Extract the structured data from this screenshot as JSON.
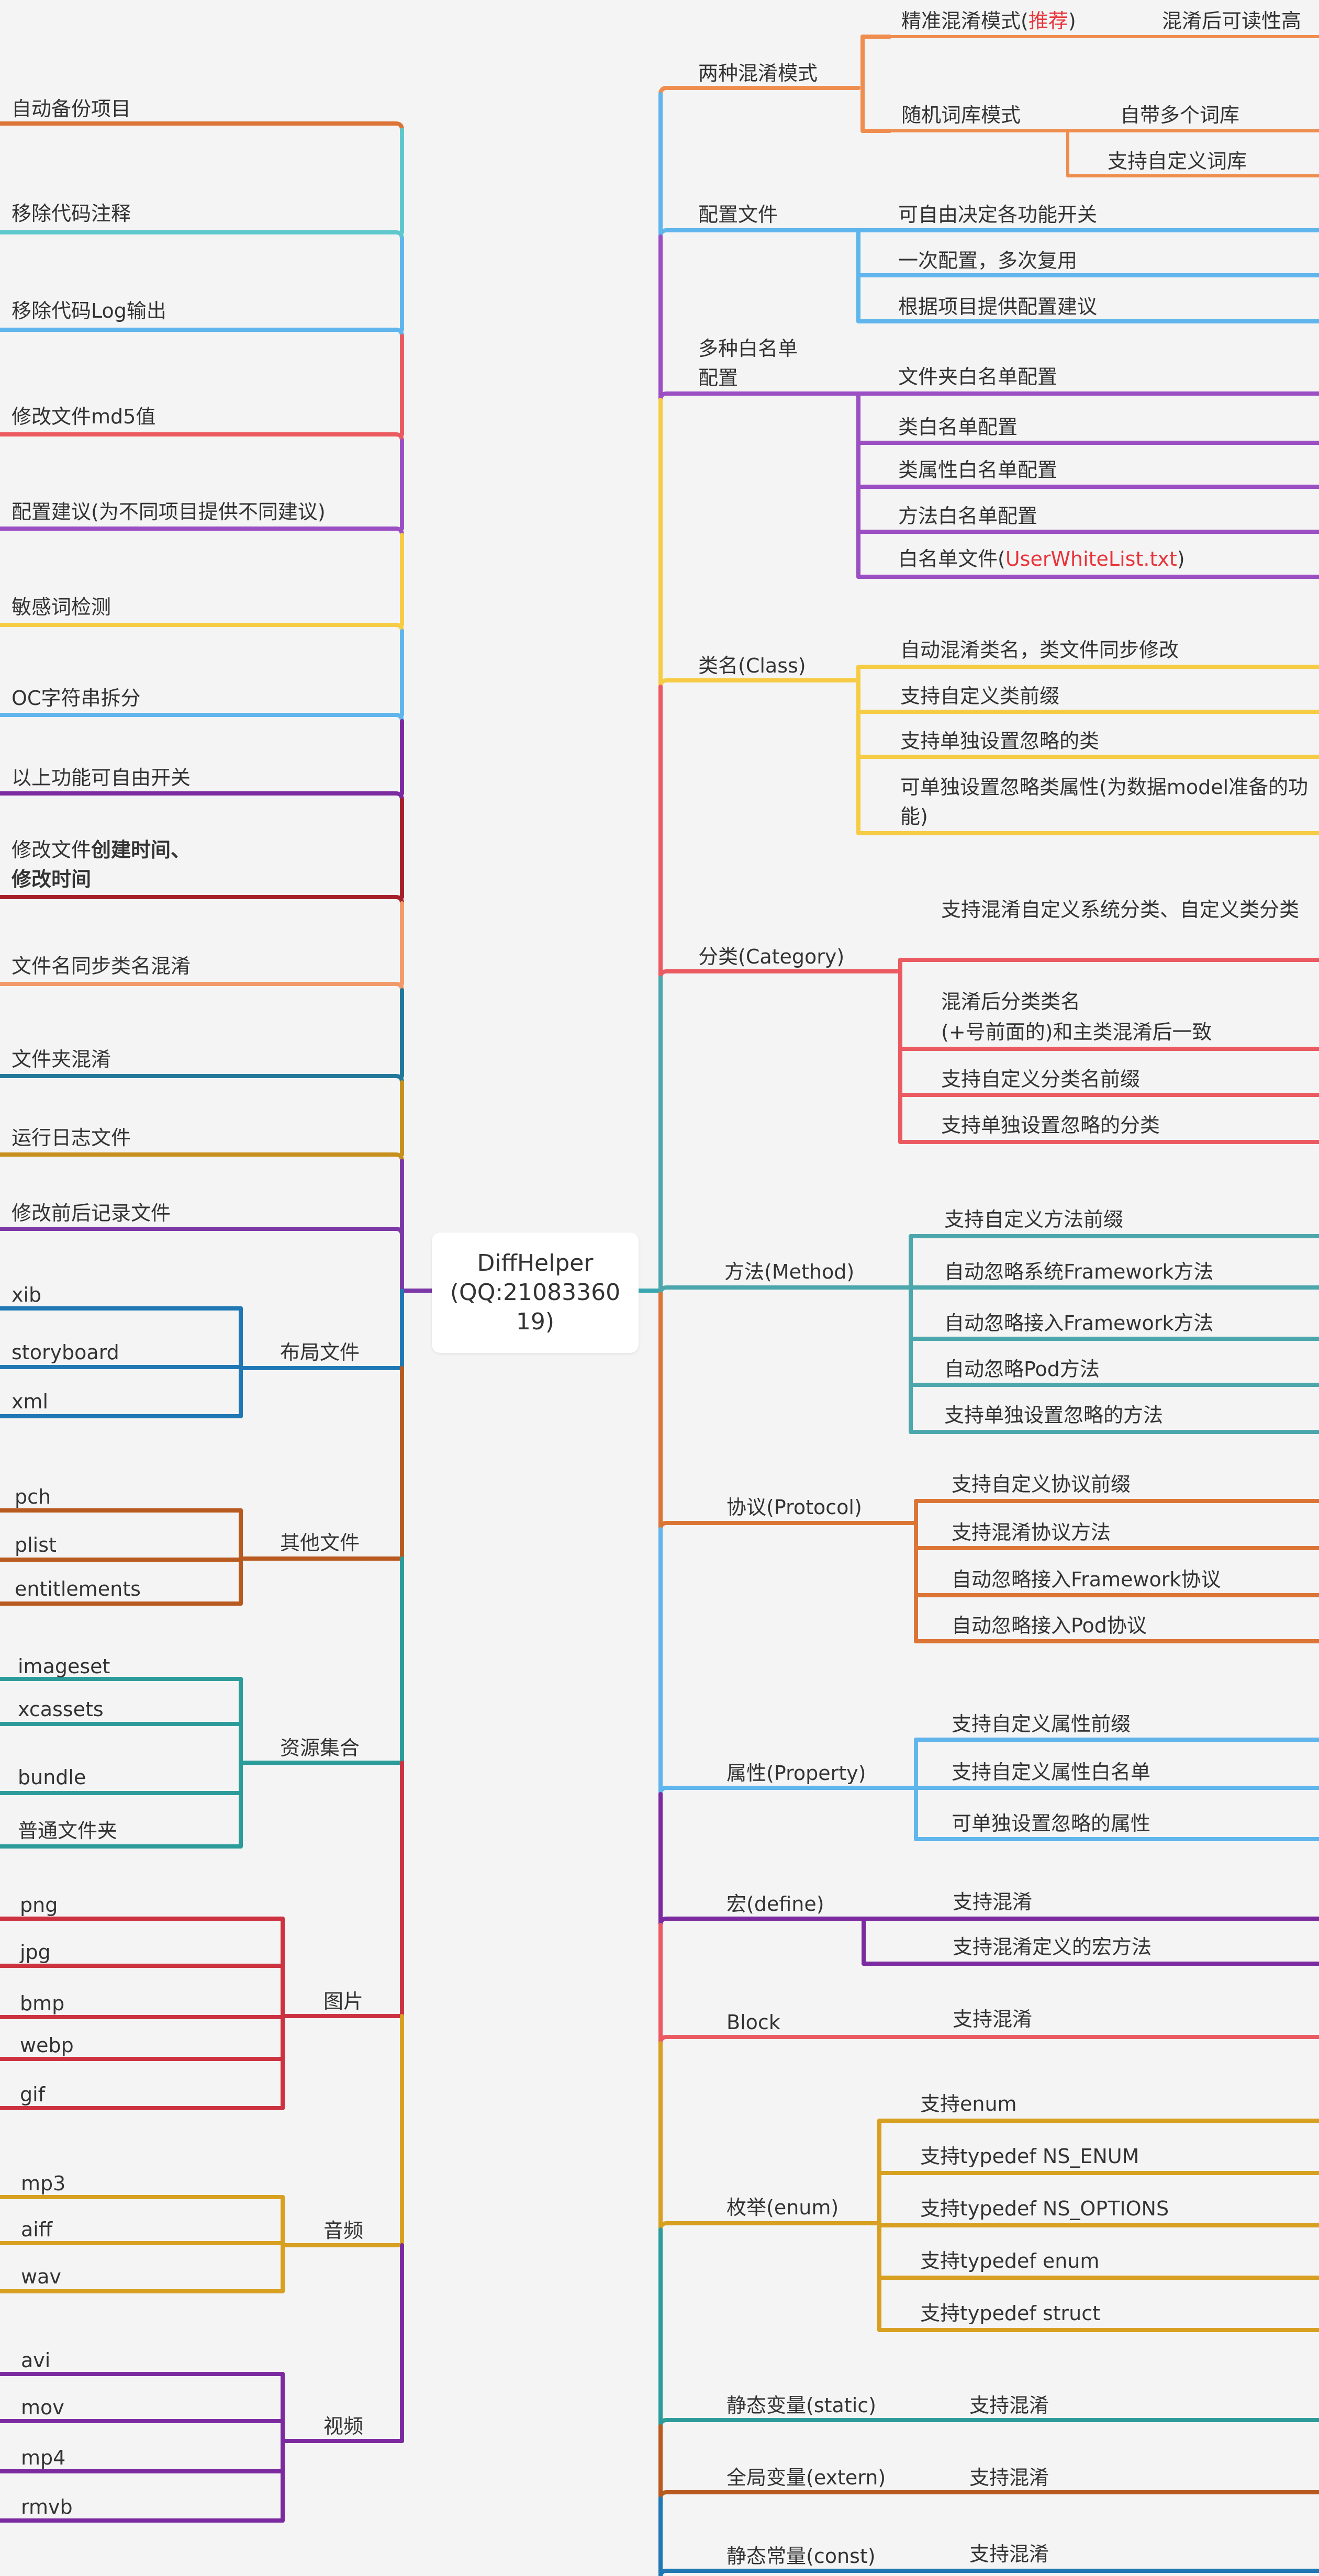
{
  "root": {
    "line1": "DiffHelper",
    "line2": "(QQ:21083360",
    "line3": "19)"
  },
  "left": {
    "backup": "自动备份项目",
    "remove_comments": "移除代码注释",
    "remove_log": "移除代码Log输出",
    "md5": "修改文件md5值",
    "config_advice": "配置建议(为不同项目提供不同建议)",
    "sensitive": "敏感词检测",
    "oc_split": "OC字符串拆分",
    "toggle_all": "以上功能可自由开关",
    "modify_time_a": "修改文件",
    "modify_time_b": "创建时间、",
    "modify_time_c": "修改时间",
    "filename_sync": "文件名同步类名混淆",
    "folder_obf": "文件夹混淆",
    "run_log": "运行日志文件",
    "record_file": "修改前后记录文件",
    "layout": {
      "label": "布局文件",
      "items": [
        "xib",
        "storyboard",
        "xml"
      ]
    },
    "other": {
      "label": "其他文件",
      "items": [
        "pch",
        "plist",
        "entitlements"
      ]
    },
    "resources": {
      "label": "资源集合",
      "items": [
        "imageset",
        "xcassets",
        "bundle",
        "普通文件夹"
      ]
    },
    "images": {
      "label": "图片",
      "items": [
        "png",
        "jpg",
        "bmp",
        "webp",
        "gif"
      ]
    },
    "audio": {
      "label": "音频",
      "items": [
        "mp3",
        "aiff",
        "wav"
      ]
    },
    "video": {
      "label": "视频",
      "items": [
        "avi",
        "mov",
        "mp4",
        "rmvb"
      ]
    }
  },
  "right": {
    "modes": {
      "label": "两种混淆模式",
      "precise_a": "精准混淆模式(",
      "precise_red": "推荐",
      "precise_b": ")",
      "precise_note": "混淆后可读性高",
      "random": "随机词库模式",
      "random_a": "自带多个词库",
      "random_b": "支持自定义词库"
    },
    "config": {
      "label": "配置文件",
      "items": [
        "可自由决定各功能开关",
        "一次配置，多次复用",
        "根据项目提供配置建议"
      ]
    },
    "whitelist": {
      "label_a": "多种白名单",
      "label_b": "配置",
      "items": [
        "文件夹白名单配置",
        "类白名单配置",
        "类属性白名单配置",
        "方法白名单配置"
      ],
      "file_a": "白名单文件(",
      "file_red": "UserWhiteList.txt",
      "file_b": ")"
    },
    "class": {
      "label": "类名(Class)",
      "items": [
        "自动混淆类名，类文件同步修改",
        "支持自定义类前缀",
        "支持单独设置忽略的类",
        "可单独设置忽略类属性(为数据model准备的功能)"
      ]
    },
    "category": {
      "label": "分类(Category)",
      "items": [
        "支持混淆自定义系统分类、自定义类分类",
        "混淆后分类类名",
        "(+号前面的)和主类混淆后一致",
        "支持自定义分类名前缀",
        "支持单独设置忽略的分类"
      ]
    },
    "method": {
      "label": "方法(Method)",
      "items": [
        "支持自定义方法前缀",
        "自动忽略系统Framework方法",
        "自动忽略接入Framework方法",
        "自动忽略Pod方法",
        "支持单独设置忽略的方法"
      ]
    },
    "protocol": {
      "label": "协议(Protocol)",
      "items": [
        "支持自定义协议前缀",
        "支持混淆协议方法",
        "自动忽略接入Framework协议",
        "自动忽略接入Pod协议"
      ]
    },
    "property": {
      "label": "属性(Property)",
      "items": [
        "支持自定义属性前缀",
        "支持自定义属性白名单",
        "可单独设置忽略的属性"
      ]
    },
    "define": {
      "label": "宏(define)",
      "items": [
        "支持混淆",
        "支持混淆定义的宏方法"
      ]
    },
    "block": {
      "label": "Block",
      "items": [
        "支持混淆"
      ]
    },
    "enum": {
      "label": "枚举(enum)",
      "items": [
        "支持enum",
        "支持typedef NS_ENUM",
        "支持typedef NS_OPTIONS",
        "支持typedef enum",
        "支持typedef struct"
      ]
    },
    "static_var": {
      "label": "静态变量(static)",
      "items": [
        "支持混淆"
      ]
    },
    "extern_var": {
      "label": "全局变量(extern)",
      "items": [
        "支持混淆"
      ]
    },
    "const_var": {
      "label": "静态常量(const)",
      "items": [
        "支持混淆"
      ]
    }
  },
  "colors": {
    "orange": "#ef8d4f",
    "blue": "#5fb5ec",
    "purple": "#9b4fc3",
    "yellow": "#f7cc45",
    "red": "#ea5a60",
    "teal": "#5ec8cc",
    "darkorange": "#dc7436",
    "violet": "#7b38a6",
    "crimson": "#a6202a",
    "steel": "#22789a",
    "mustard": "#c7901d",
    "navy": "#1f78b4",
    "rust": "#b85a1f",
    "darkteal": "#2c9c9b",
    "scarlet": "#cc3240",
    "gold": "#d8a021",
    "dpurple": "#7c2aa0",
    "tealgreen": "#4ca7ad",
    "salmon": "#f29a6a",
    "dteal2": "#3aa7b0"
  }
}
